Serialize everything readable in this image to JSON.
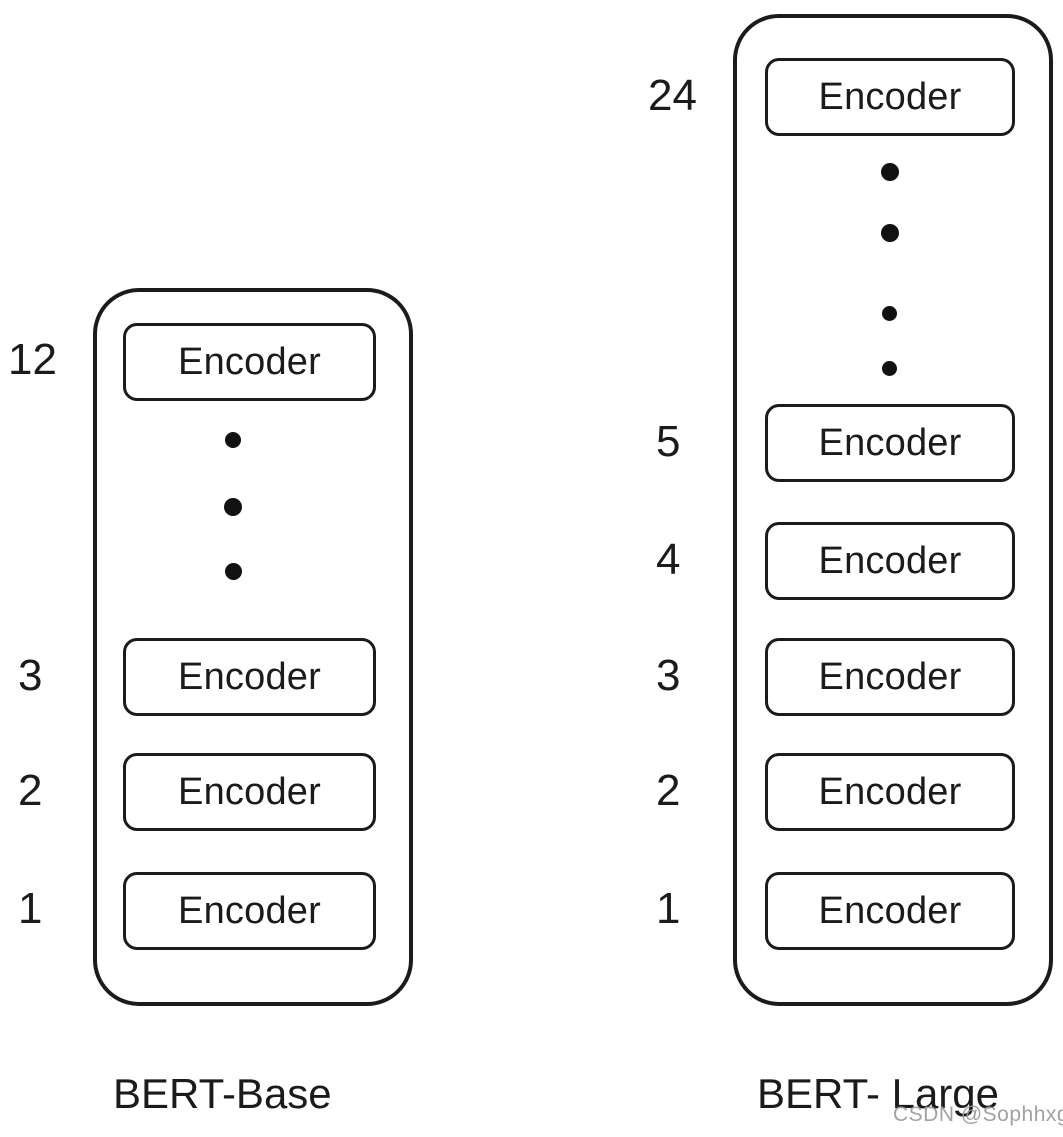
{
  "figure": {
    "type": "diagram",
    "subject": "BERT model encoder-stack depth comparison",
    "background_color": "#ffffff",
    "line_color": "#1b1b1b"
  },
  "models": [
    {
      "id": "bert-base",
      "caption": "BERT-Base",
      "total_layers": 12,
      "encoder_label": "Encoder",
      "visible_layers": [
        {
          "index": "12",
          "label": "Encoder"
        },
        {
          "index": "3",
          "label": "Encoder"
        },
        {
          "index": "2",
          "label": "Encoder"
        },
        {
          "index": "1",
          "label": "Encoder"
        }
      ],
      "ellipsis_dots": 3
    },
    {
      "id": "bert-large",
      "caption": "BERT- Large",
      "total_layers": 24,
      "encoder_label": "Encoder",
      "visible_layers": [
        {
          "index": "24",
          "label": "Encoder"
        },
        {
          "index": "5",
          "label": "Encoder"
        },
        {
          "index": "4",
          "label": "Encoder"
        },
        {
          "index": "3",
          "label": "Encoder"
        },
        {
          "index": "2",
          "label": "Encoder"
        },
        {
          "index": "1",
          "label": "Encoder"
        }
      ],
      "ellipsis_dots": 4
    }
  ],
  "watermark": {
    "text": "CSDN @Sophhxg_柒"
  }
}
